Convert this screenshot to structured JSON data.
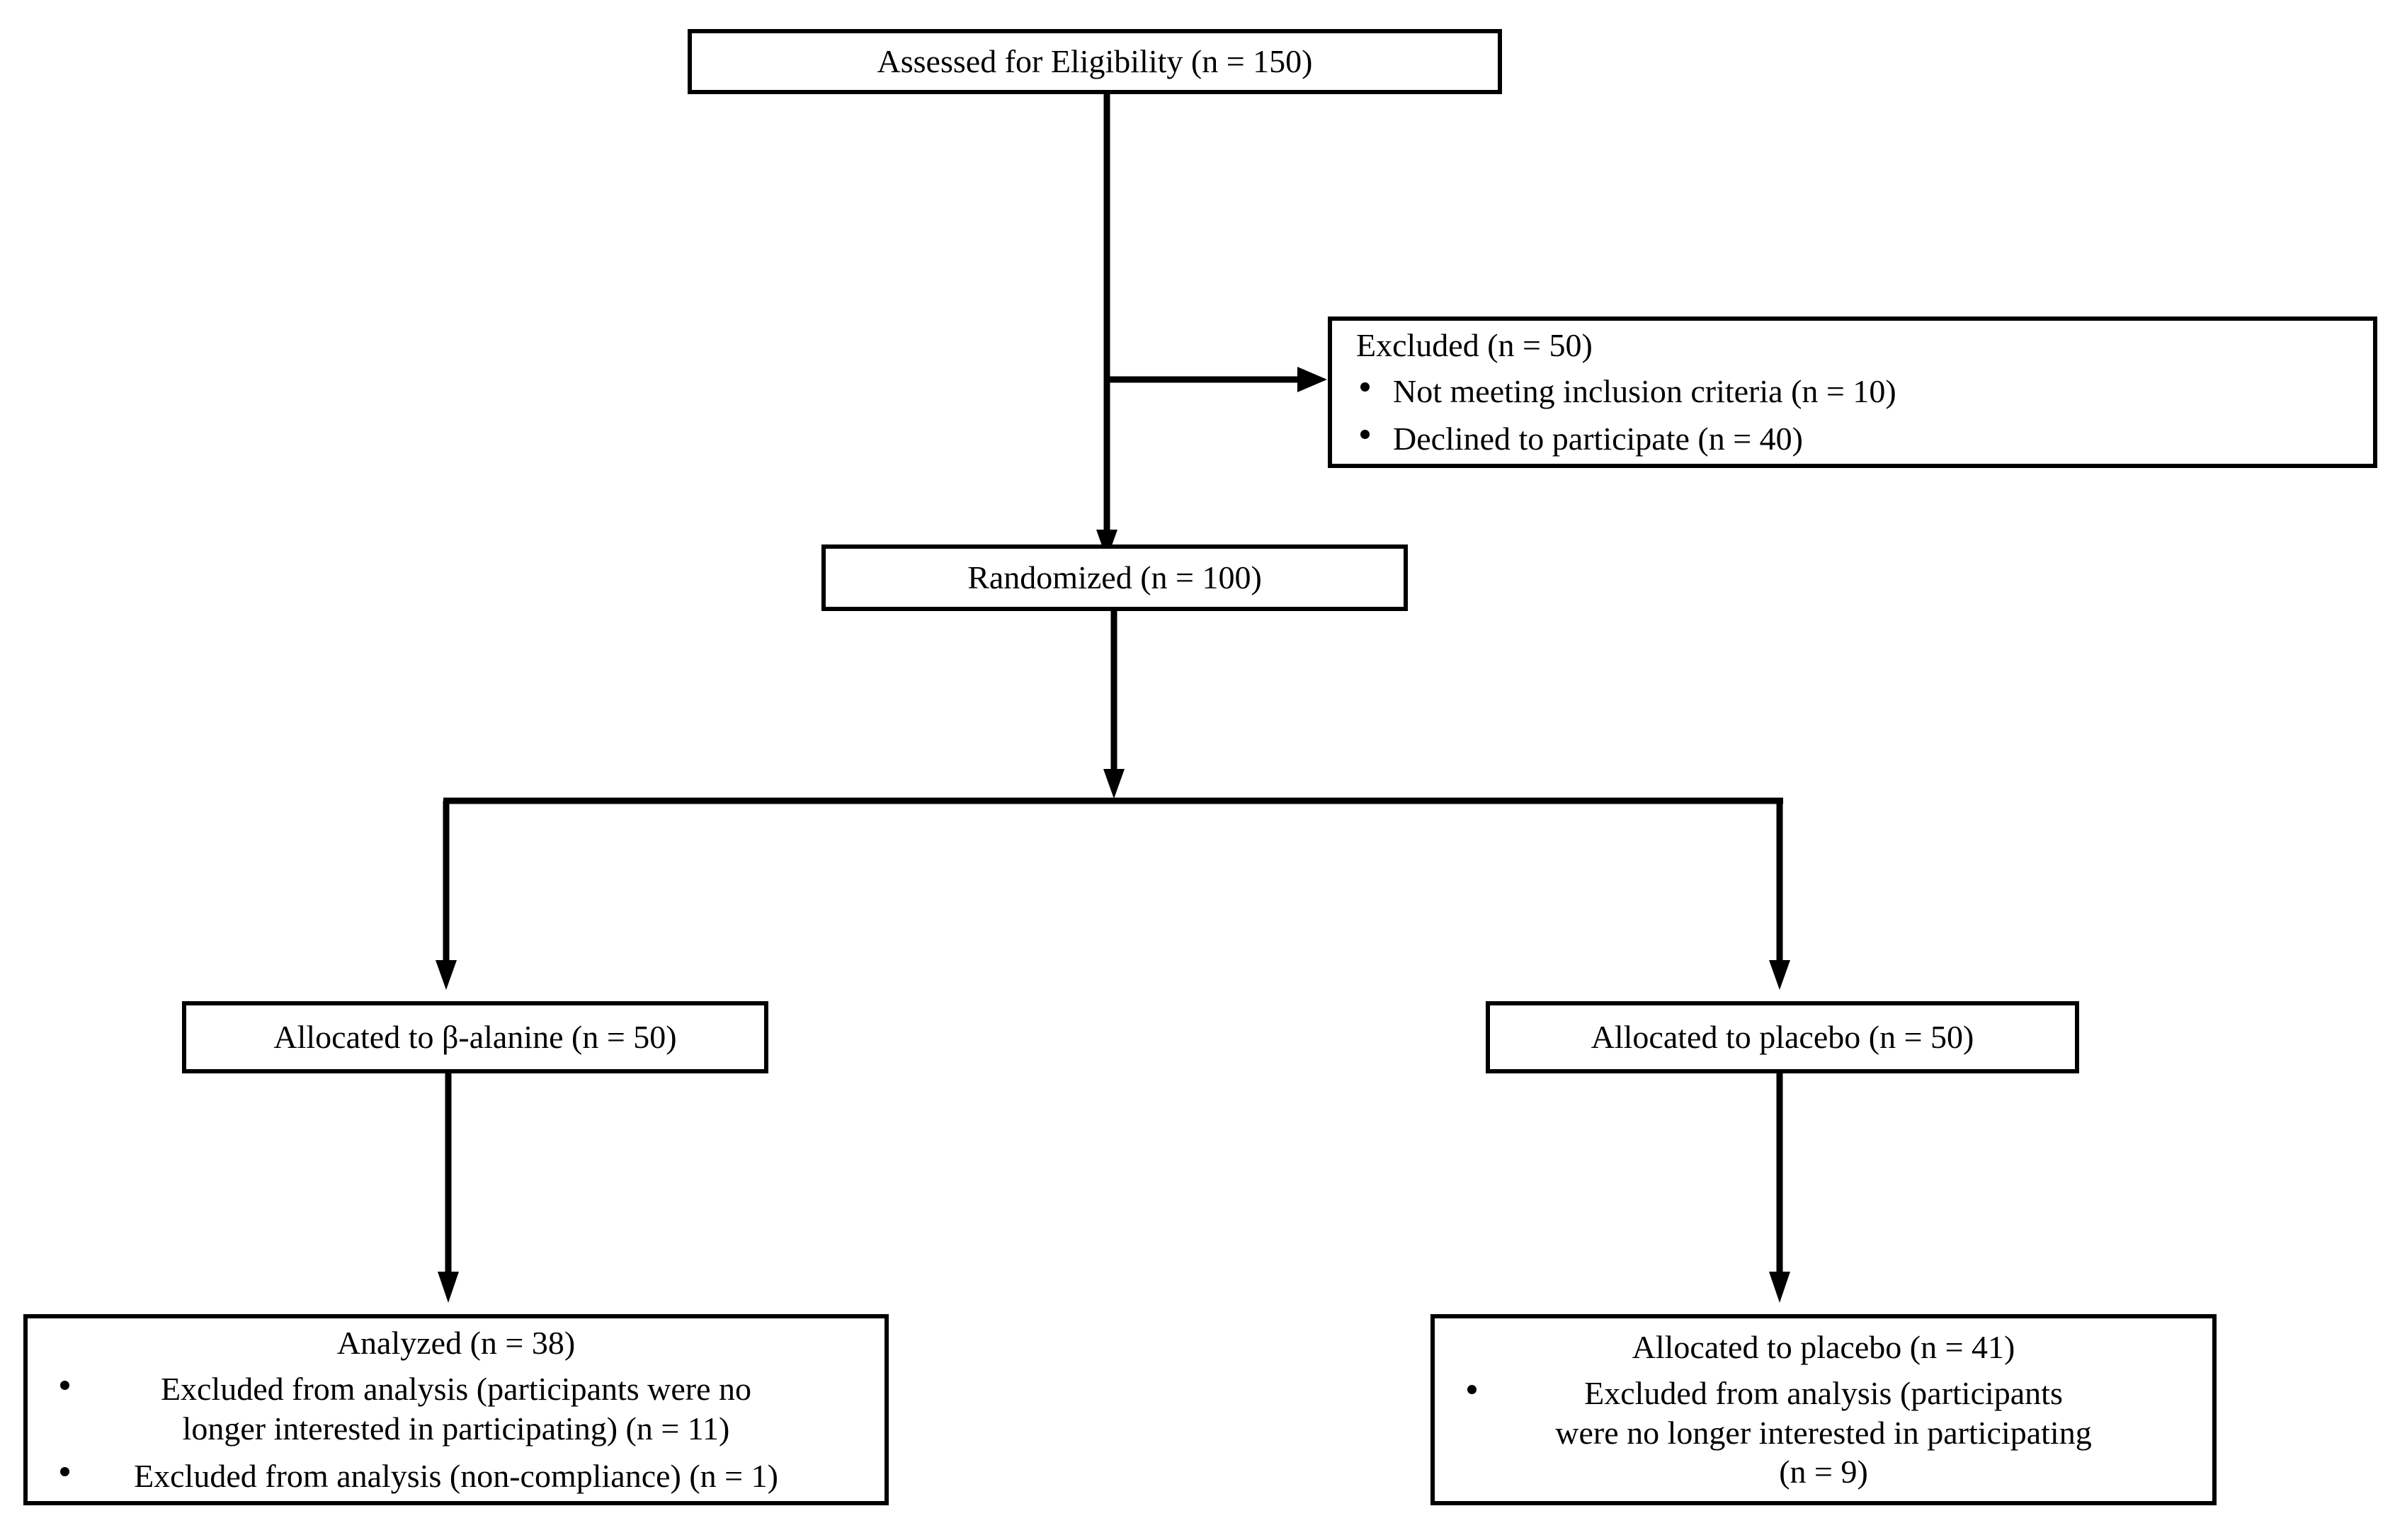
{
  "diagram": {
    "type": "consort-flow-diagram",
    "line_color": "#000000",
    "background_color": "#ffffff",
    "nodes": {
      "assessed": {
        "label": "Assessed for Eligibility (n = 150)",
        "n": 150
      },
      "excluded": {
        "label": "Excluded (n = 50)",
        "n": 50,
        "bullets": [
          {
            "text": "Not meeting inclusion criteria (n = 10)",
            "n": 10
          },
          {
            "text": "Declined to participate (n = 40)",
            "n": 40
          }
        ]
      },
      "randomized": {
        "label": "Randomized (n = 100)",
        "n": 100
      },
      "allocated_beta_alanine": {
        "label": "Allocated to β-alanine (n = 50)",
        "n": 50
      },
      "allocated_placebo": {
        "label": "Allocated to placebo (n = 50)",
        "n": 50
      },
      "analyzed_left": {
        "label": "Analyzed (n = 38)",
        "n": 38,
        "bullets": [
          {
            "line1": "Excluded from analysis (participants were no",
            "line2": "longer interested in participating) (n = 11)",
            "n": 11
          },
          {
            "line1": "Excluded from analysis (non-compliance) (n = 1)",
            "line2": "",
            "n": 1
          }
        ]
      },
      "analyzed_right": {
        "label": "Allocated to placebo (n = 41)",
        "n": 41,
        "bullets": [
          {
            "line1": "Excluded from analysis (participants",
            "line2": "were no longer interested in participating",
            "line3": "(n = 9)",
            "n": 9
          }
        ]
      }
    },
    "edges": [
      {
        "from": "assessed",
        "to": "randomized",
        "style": "vertical-arrow"
      },
      {
        "from": "assessed",
        "to": "excluded",
        "style": "elbow-right-arrow"
      },
      {
        "from": "randomized",
        "to": "allocated_beta_alanine",
        "style": "split-left-arrow"
      },
      {
        "from": "randomized",
        "to": "allocated_placebo",
        "style": "split-right-arrow"
      },
      {
        "from": "allocated_beta_alanine",
        "to": "analyzed_left",
        "style": "vertical-arrow"
      },
      {
        "from": "allocated_placebo",
        "to": "analyzed_right",
        "style": "vertical-arrow"
      }
    ]
  }
}
